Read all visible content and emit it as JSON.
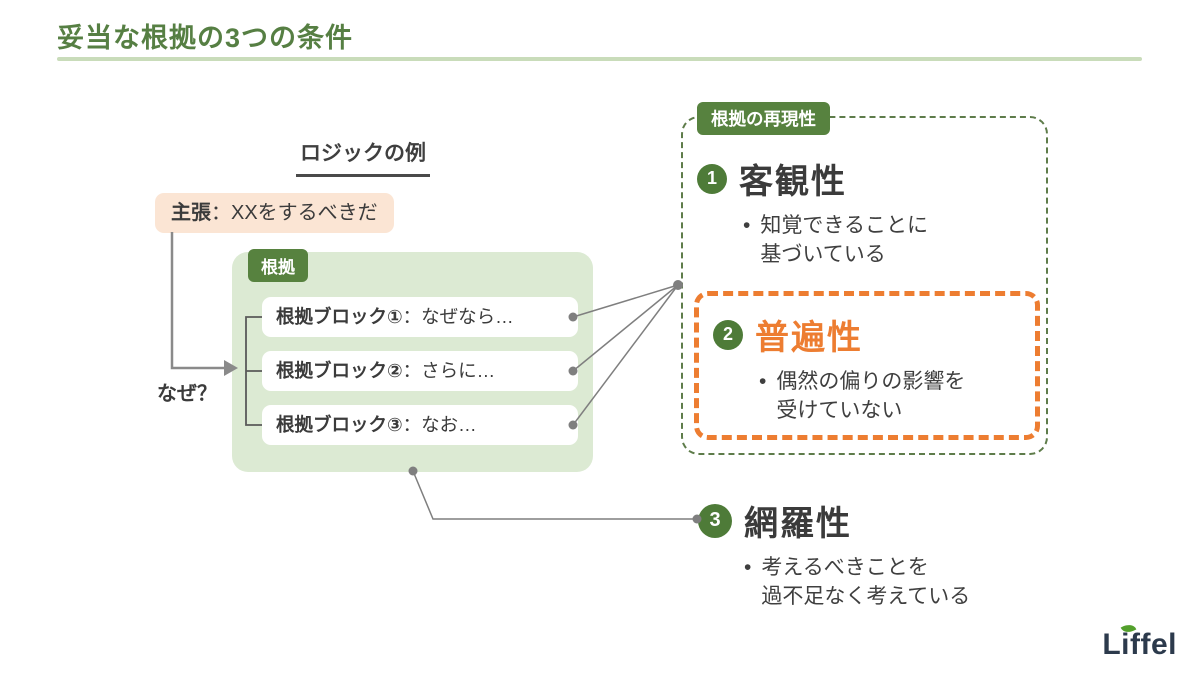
{
  "title": "妥当な根拠の3つの条件",
  "ui": {
    "bullet": "•"
  },
  "logic_example": {
    "heading": "ロジックの例",
    "claim_label": "主張",
    "claim_text": "：XXをするべきだ",
    "why_label": "なぜ？",
    "evidence_badge": "根拠",
    "blocks": [
      {
        "label": "根拠ブロック①",
        "text": "：なぜなら…"
      },
      {
        "label": "根拠ブロック②",
        "text": "：さらに…"
      },
      {
        "label": "根拠ブロック③",
        "text": "：なお…"
      }
    ]
  },
  "reproducibility": {
    "badge": "根拠の再現性",
    "conditions": [
      {
        "number": "1",
        "title": "客観性",
        "desc_line1": "知覚できることに",
        "desc_line2": "基づいている"
      },
      {
        "number": "2",
        "title": "普遍性",
        "desc_line1": "偶然の偏りの影響を",
        "desc_line2": "受けていない"
      }
    ]
  },
  "coverage": {
    "number": "3",
    "title": "網羅性",
    "desc_line1": "考えるべきことを",
    "desc_line2": "過不足なく考えている"
  },
  "logo": {
    "text": "Liffel"
  },
  "colors": {
    "accent-green": "#567f43",
    "badge-green": "#57823f",
    "circle-green": "#4e7b38",
    "panel-green-bg": "#dcead3",
    "underline-green": "#c9dcba",
    "dash-green": "#5e7c4a",
    "accent-orange": "#ed7d31",
    "claim-peach": "#fbe5d4",
    "text-dark": "#3b3b3b",
    "connector-gray": "#7f7f7f",
    "logo-navy": "#2c3a4c",
    "leaf-green": "#53a02c"
  }
}
